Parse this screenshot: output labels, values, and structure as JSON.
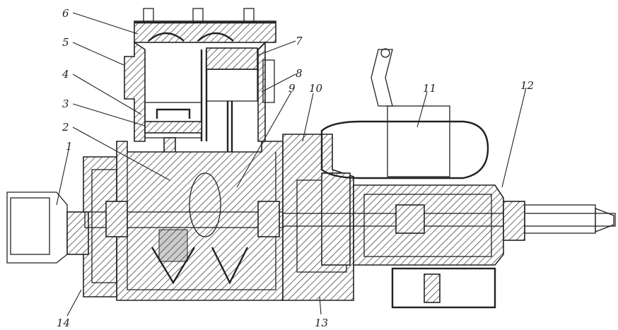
{
  "callouts": {
    "l1": "1",
    "l2": "2",
    "l3": "3",
    "l4": "4",
    "l5": "5",
    "l6": "6",
    "l7": "7",
    "l8": "8",
    "l9": "9",
    "l10": "10",
    "l11": "11",
    "l12": "12",
    "l13": "13",
    "l14": "14"
  }
}
